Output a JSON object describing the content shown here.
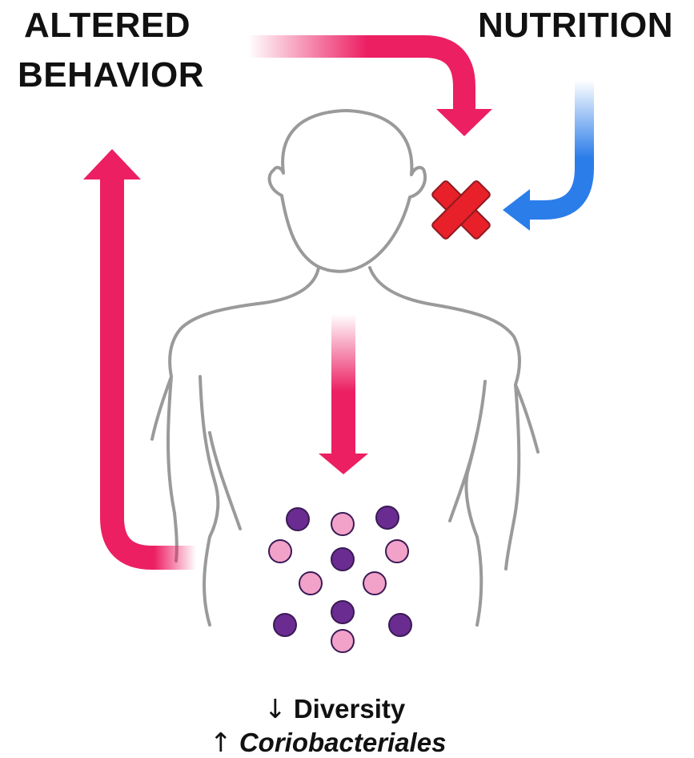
{
  "labels": {
    "altered_line1": "ALTERED",
    "altered_line2": "BEHAVIOR",
    "nutrition": "NUTRITION"
  },
  "caption": {
    "line1_arrow": "↓",
    "line1_text": "Diversity",
    "line2_arrow": "↑",
    "line2_text": "Coriobacteriales"
  },
  "colors": {
    "behavior_arrow": "#ec1f63",
    "nutrition_arrow": "#2b7de9",
    "cross": "#e8202a",
    "outline": "#9a9a9a",
    "microbe_dark": "#6a2c91",
    "microbe_light": "#f2a2c8"
  },
  "icons": {
    "blocked_marker": "red-x-icon",
    "person": "human-silhouette-icon"
  }
}
